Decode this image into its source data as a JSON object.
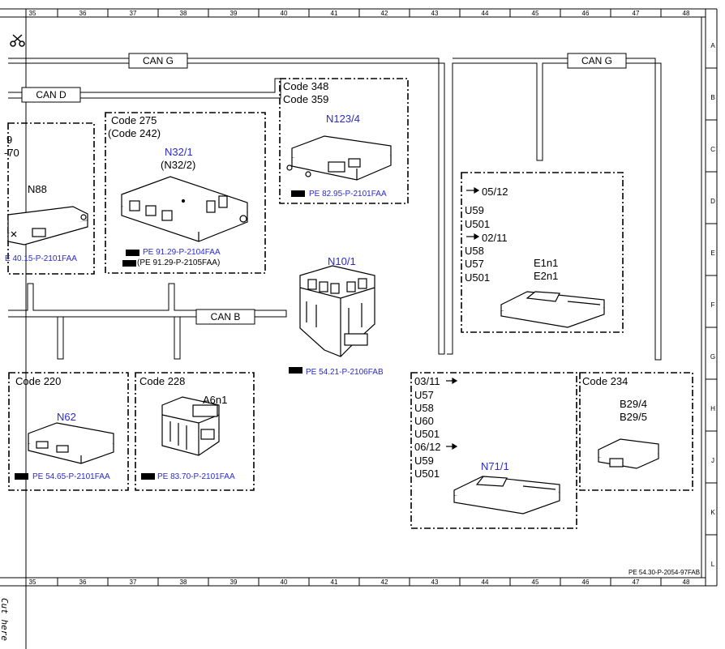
{
  "grid": {
    "columns": [
      "35",
      "36",
      "37",
      "38",
      "39",
      "40",
      "41",
      "42",
      "43",
      "44",
      "45",
      "46",
      "47",
      "48"
    ],
    "rows": [
      "A",
      "B",
      "C",
      "D",
      "E",
      "F",
      "G",
      "H",
      "J",
      "K",
      "L"
    ]
  },
  "doc_ref": "PE 54.30-P-2054-97FAB",
  "cut_here": "Cut here",
  "buses": {
    "can_g_left": "CAN G",
    "can_g_right": "CAN G",
    "can_d": "CAN D",
    "can_b": "CAN B"
  },
  "components": {
    "n88": {
      "partial_line1": "9",
      "partial_line2": "-70",
      "label": "N88",
      "ref": "E 40.15-P-2101FAA"
    },
    "n32": {
      "code1": "Code 275",
      "code2": "(Code 242)",
      "label": "N32/1",
      "label2": "(N32/2)",
      "ref1": "PE 91.29-P-2104FAA",
      "ref2": "(PE 91.29-P-2105FAA)"
    },
    "n123": {
      "code1": "Code 348",
      "code2": "Code 359",
      "label": "N123/4",
      "ref": "PE 82.95-P-2101FAA"
    },
    "n10": {
      "label": "N10/1",
      "ref": "PE 54.21-P-2106FAB"
    },
    "e1n1": {
      "lines": [
        "➞ 05/12",
        "U59",
        "U501",
        "➞ 02/11",
        "U58",
        "U57",
        "U501"
      ],
      "label1": "E1n1",
      "label2": "E2n1"
    },
    "n62": {
      "code": "Code 220",
      "label": "N62",
      "ref": "PE 54.65-P-2101FAA"
    },
    "a6n1": {
      "code": "Code 228",
      "label": "A6n1",
      "ref": "PE 83.70-P-2101FAA"
    },
    "n71": {
      "lines": [
        "03/11 ➞",
        "U57",
        "U58",
        "U60",
        "U501",
        "06/12 ➞",
        "U59",
        "U501"
      ],
      "label": "N71/1"
    },
    "b29": {
      "code": "Code 234",
      "label1": "B29/4",
      "label2": "B29/5"
    }
  },
  "colors": {
    "accent": "#2a2ad0",
    "line": "#000000",
    "paper": "#ffffff"
  }
}
